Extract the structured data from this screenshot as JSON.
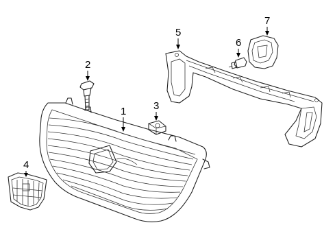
{
  "diagram": {
    "callouts": [
      {
        "id": "grille",
        "label": "1"
      },
      {
        "id": "bolt",
        "label": "2"
      },
      {
        "id": "nut",
        "label": "3"
      },
      {
        "id": "emblem",
        "label": "4"
      },
      {
        "id": "bracket",
        "label": "5"
      },
      {
        "id": "screw",
        "label": "6"
      },
      {
        "id": "cover",
        "label": "7"
      }
    ]
  }
}
